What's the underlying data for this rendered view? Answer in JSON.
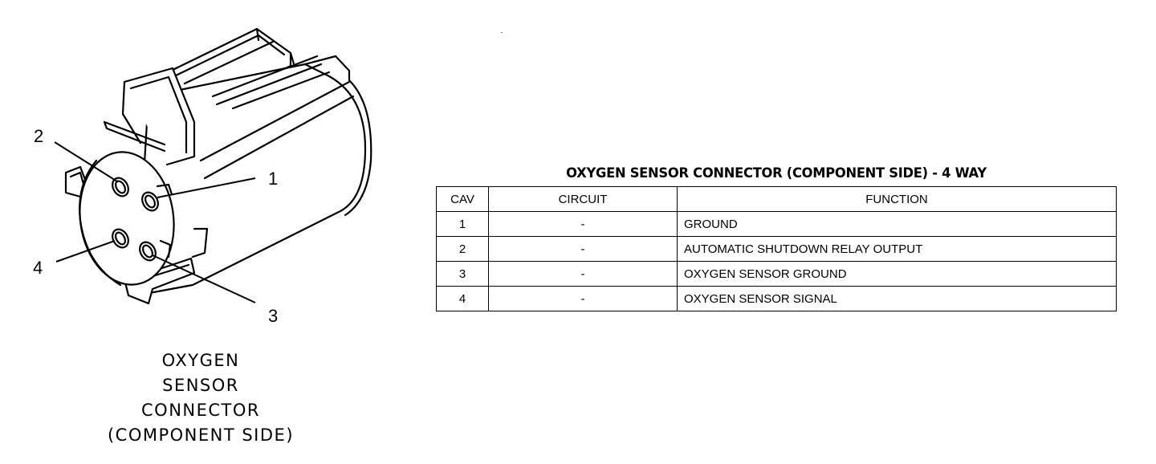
{
  "connector_caption": [
    "OXYGEN",
    "SENSOR",
    "CONNECTOR",
    "(COMPONENT SIDE)"
  ],
  "pin_labels": {
    "p1": "1",
    "p2": "2",
    "p3": "3",
    "p4": "4"
  },
  "table": {
    "title": "OXYGEN SENSOR CONNECTOR (COMPONENT SIDE) - 4 WAY",
    "headers": {
      "cav": "CAV",
      "circuit": "CIRCUIT",
      "function": "FUNCTION"
    },
    "rows": [
      {
        "cav": "1",
        "circuit": "-",
        "function": "GROUND"
      },
      {
        "cav": "2",
        "circuit": "-",
        "function": "AUTOMATIC SHUTDOWN RELAY OUTPUT"
      },
      {
        "cav": "3",
        "circuit": "-",
        "function": "OXYGEN SENSOR GROUND"
      },
      {
        "cav": "4",
        "circuit": "-",
        "function": "OXYGEN SENSOR SIGNAL"
      }
    ]
  }
}
